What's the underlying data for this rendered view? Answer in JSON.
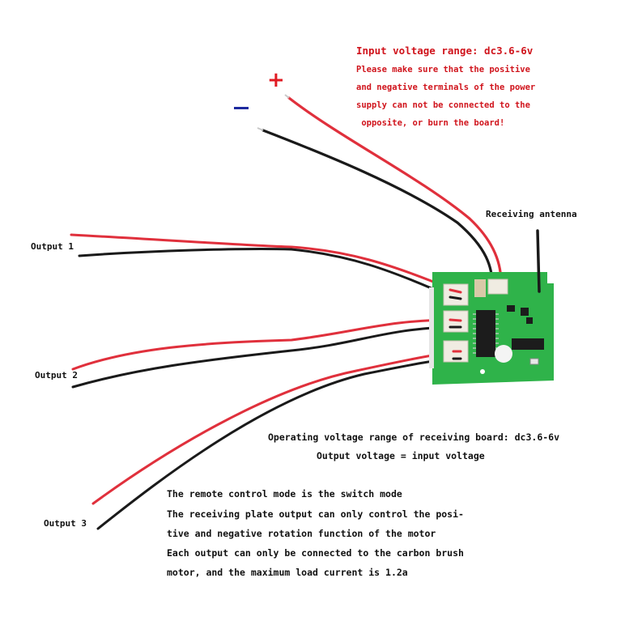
{
  "power_warning": {
    "title": "Input voltage range: dc3.6-6v",
    "lines": [
      "Please make sure that the positive",
      "and negative terminals of the power",
      "supply can not be connected to the",
      " opposite, or burn the board!"
    ]
  },
  "power_leads": {
    "positive_sign": "+",
    "negative_sign": "−"
  },
  "antenna_label": "Receiving antenna",
  "outputs": [
    {
      "label": "Output 1"
    },
    {
      "label": "Output 2"
    },
    {
      "label": "Output 3"
    }
  ],
  "specs": {
    "operating_voltage": "Operating voltage range of receiving board: dc3.6-6v",
    "output_voltage": "Output voltage = input voltage"
  },
  "notes": [
    "The remote control mode is the switch mode",
    "The receiving plate output can only control the posi-",
    "tive and negative rotation function of the motor",
    "Each output can only be connected to the carbon brush",
    "motor, and the maximum load current is 1.2a"
  ],
  "colors": {
    "warning_text": "#d0141c",
    "wire_red": "#e0303c",
    "wire_black": "#1a1a1a",
    "pcb_green": "#2fb34a",
    "negative_mark": "#1d2a9e"
  }
}
